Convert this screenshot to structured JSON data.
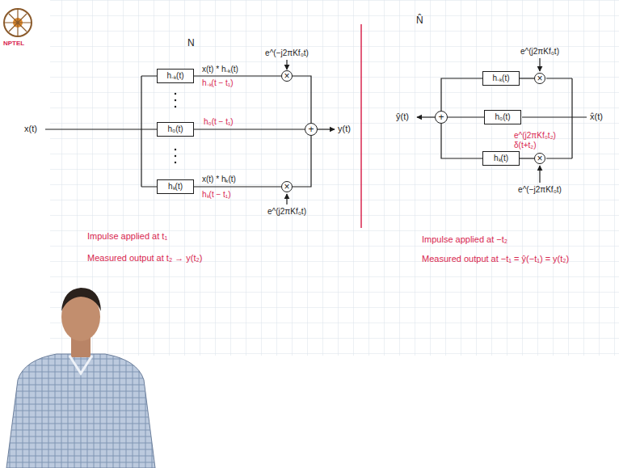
{
  "diagram": {
    "nodes": [
      {
        "text": [
          "h₋ₖ(t)"
        ]
      },
      {
        "text": [
          "h₀(t)"
        ]
      },
      {
        "text": [
          "hₖ(t)"
        ]
      },
      {
        "text": [
          "×"
        ]
      },
      {
        "text": [
          "×"
        ]
      },
      {
        "text": [
          "+"
        ]
      },
      {
        "text": [
          "×"
        ]
      },
      {
        "text": [
          "h₋ₖ(t)"
        ]
      },
      {
        "text": [
          "h₀(t)"
        ]
      },
      {
        "text": [
          "×"
        ]
      },
      {
        "text": [
          "hₖ(t)"
        ]
      },
      {
        "text": [
          "+"
        ]
      }
    ],
    "edges": [
      {
        "from": 0,
        "to": 3,
        "arrow": "none"
      },
      {
        "from": 3,
        "to": 5,
        "arrow": "none"
      },
      {
        "from": 1,
        "to": 5,
        "arrow": "none"
      },
      {
        "from": 2,
        "to": 4,
        "arrow": "none"
      },
      {
        "from": 4,
        "to": 5,
        "arrow": "none"
      },
      {
        "from": 6,
        "to": 7,
        "arrow": "none"
      },
      {
        "from": 7,
        "to": 11,
        "arrow": "none"
      },
      {
        "from": 8,
        "to": 11,
        "arrow": "none"
      },
      {
        "from": 9,
        "to": 10,
        "arrow": "none"
      },
      {
        "from": 10,
        "to": 11,
        "arrow": "none"
      }
    ],
    "labels": [
      "NPTEL",
      "N",
      "x(t)",
      "x(t) * h₋ₖ(t)",
      "h₋ₖ(t − t₁)",
      "e^(−j2πKf₀t)",
      "h₀(t − t₁)",
      "x(t) * hₖ(t)",
      "hₖ(t − t₁)",
      "e^(j2πKf₀t)",
      "y(t)",
      "N̂",
      "e^(j2πKf₀t)",
      "ŷ(t)",
      "x̂(t)",
      "e^(j2πKf₀t₂) δ(t+t₂)",
      "e^(−j2πKf₀t)",
      "Impulse applied at t₁",
      "Measured output at t₂ → y(t₂)",
      "Impulse applied at −t₂",
      "Measured output at −t₁ = ŷ(−t₁) = y(t₂)"
    ]
  }
}
